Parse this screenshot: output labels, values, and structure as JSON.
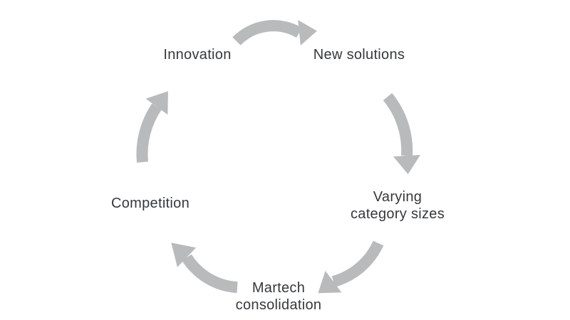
{
  "diagram": {
    "type": "cycle",
    "direction": "clockwise",
    "background_color": "#ffffff",
    "arrow_color": "#b9babc",
    "text_color": "#35383c",
    "nodes": [
      {
        "id": "innovation",
        "label": "Innovation"
      },
      {
        "id": "new-solutions",
        "label": "New solutions"
      },
      {
        "id": "varying-category-sizes",
        "label": "Varying\ncategory sizes"
      },
      {
        "id": "martech-consolidation",
        "label": "Martech\nconsolidation"
      },
      {
        "id": "competition",
        "label": "Competition"
      }
    ],
    "edges": [
      {
        "from": "innovation",
        "to": "new-solutions"
      },
      {
        "from": "new-solutions",
        "to": "varying-category-sizes"
      },
      {
        "from": "varying-category-sizes",
        "to": "martech-consolidation"
      },
      {
        "from": "martech-consolidation",
        "to": "competition"
      },
      {
        "from": "competition",
        "to": "innovation"
      }
    ]
  }
}
